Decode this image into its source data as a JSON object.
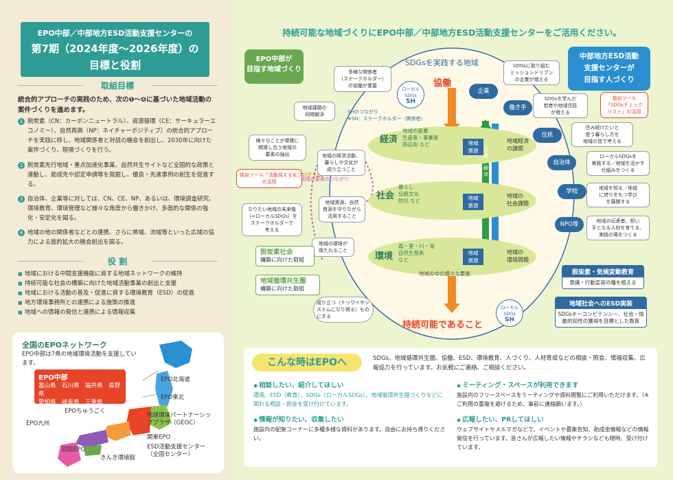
{
  "left": {
    "title": {
      "line1": "EPO中部／中部地方ESD活動支援センターの",
      "line2": "第7期（2024年度～2026年度）の",
      "line3": "目標と役割"
    },
    "goals_heading": "取組目標",
    "goals_lead": "統合的アプローチの実践のため、次の❶～❹に基づいた地域活動の案件づくりを進めます。",
    "goals": [
      {
        "num": "1",
        "text": "脱炭素（CN：カーボンニュートラル）、資源循環（CE：サーキュラーエコノミー）、自然再興（NP：ネイチャーポジティブ）の統合的アプローチを実践に移し、地域関係者と対話の機会を創出し、2030年に向けた案件づくり、現場づくりを行う。"
      },
      {
        "num": "2",
        "text": "脱炭素先行地域・重点加速化事業、自然共生サイトなど全国的な政策と連動し、助成先や認定申請等を発掘し、優良・先進事例の創生を促進する。"
      },
      {
        "num": "3",
        "text": "自治体、企業等に対しては、CN、CE、NP、あるいは、環境調査研究、環境教育、環境管理など様々な角度から働きかけ、多面的な関係の強化・安定化を図る。"
      },
      {
        "num": "4",
        "text": "地域の他の関係者などとの連携、さらに県域、流域等といった広域の協力による面的拡大の機会創出を図る。"
      }
    ],
    "roles_heading": "役 割",
    "roles": [
      "地域における中間支援機能に資する地域ネットワークの維持",
      "持続可能な社会の構築に向けた地域活動事業の創出と支援",
      "地域における活動の普及・促進に資する環境教育（ESD）の促進",
      "地方環境事務所との連携による施策の推進",
      "地域への情報の発信と連携による情報収集"
    ],
    "network": {
      "title": "全国のEPOネットワーク",
      "desc": "EPO中部は7県の地域環境活動を支援しています。",
      "epo_chubu": "EPO中部",
      "prefs_line1": "富山県　石川県　福井県　長野県",
      "prefs_line2": "愛知県　岐阜県　三重県",
      "labels": {
        "hokkaido": "EPO北海道",
        "tohoku": "EPO東北",
        "chugoku": "EPOちゅうごく",
        "kyushu": "EPO九州",
        "shikoku": "四国EPO",
        "kinki": "きんき環境館",
        "geoc": "地球環境パートナーシッププラザ（GEOC）",
        "kanto": "関東EPO",
        "esd": "ESD活動支援センター（全国センター）"
      }
    }
  },
  "right": {
    "main_title": "持続可能な地域づくりにEPO中部／中部地方ESD活動支援センターをご活用ください。",
    "epo_bubble": "EPO中部が\n目指す地域づくり",
    "center_bubble": "中部地方ESD活動\n支援センターが\n目指す人づくり",
    "sdgs_top": "SDGsを実践する地域",
    "kyodo": "協働",
    "jizoku": "持続可能であること",
    "local_sdgs": "ローカルSDGs",
    "sh": "SH",
    "sh_note": "SHのつながり\n※SH：ステークホルダー（関係者）",
    "discs": [
      {
        "name": "経済",
        "sub": "地域の産業\n生産者・事業者\n商店街 など",
        "right": "地域経済\nの課題"
      },
      {
        "name": "社会",
        "sub": "暮らし\n伝統文化\n防災 など",
        "right": "地域の\n社会課題"
      },
      {
        "name": "環境",
        "sub": "森・里・川・海\n自然生態系\nなど",
        "right": "地域の\n環境問題"
      }
    ],
    "res_label": "地域\n資源",
    "bottom_disc": "地域の中の様々な要素",
    "arrow_label": "活用／解決",
    "notes": {
      "n1": "多様な関係者\n（ステークホルダー）\nの協働が重要",
      "n2": "地域課題の\n同時解決",
      "n3": "様々なことが複雑に\n関連し合う地域の\n要素の抽出",
      "n4": "独自ツール「活動見える化プログラム」\nの活用",
      "n5": "なりたい地域の未来像\n（=ローカルSDGs）を\nステークホルダーで\n考える",
      "n6": "地域の経済活動、\n暮らしや文化が\n成り立つこと",
      "n7": "地域資源、自然\n資源を守りながら\n活用すること",
      "n8": "地域の環境が\n保たれること",
      "n9": "地域の要素のつながり",
      "n10": "成り立つ（ナリワイやシステムになり得る）ものにする"
    },
    "green_boxes": [
      {
        "title": "脱炭素社会",
        "text": "構築に向けた取組"
      },
      {
        "title": "地域循環共生圏",
        "text": "構築に向けた取組"
      }
    ],
    "stakeholders": [
      {
        "name": "企業",
        "note": "SDGsに取り組む\nミッションドリブン\nの企業が増える"
      },
      {
        "name": "働き手",
        "note": "SDGsを学んだ\n若者や地域住民\nが増える"
      },
      {
        "name": "住民",
        "note": "住み続けたいと\n思う暮らし方を\n地域の皆で考える"
      },
      {
        "name": "自治体",
        "note": "ローカルSDGsを\n実践する／地域を活かす\n仕組みをつくる"
      },
      {
        "name": "学校",
        "note": "地域を知る／地域\nに誇りをもつ学び\nを展開する"
      },
      {
        "name": "NPO等",
        "note": "地域の伝承者、担い\n手となる人材を育てる、\n実践の場をつくる"
      }
    ],
    "tool2": "独自ツール\n「SDGsチェック\nリスト」の活用",
    "box_climate": {
      "title": "脱炭素・気候変動教育",
      "text": "意識・行動変容の種を植える"
    },
    "box_esd": {
      "title": "地域社会へのESD実装",
      "text": "SDGsキーコンピテンシー、社会・情動的知性の獲得を目標とした教育"
    },
    "info": {
      "title": "こんな時はEPOへ",
      "lead": "SDGs、地域循環共生圏、協働、ESD、環境教育、人づくり、人材育成などの相談・照会、情報収集、広報協力を行っています。お気軽にご連絡、ご相談ください。",
      "items": [
        {
          "title": "相談したい、紹介してほしい",
          "text": "環境、ESD（教育）、SDGs（ローカルSDGs）、地域循環共生圏づくりなどに関わる相談・照会を受け付けています。"
        },
        {
          "title": "情報が知りたい、収集したい",
          "text": "施設内の配架コーナーに多種多様な資料があります。自由にお持ち帰りください。"
        },
        {
          "title": "ミーティング・スペースが利用できます",
          "text": "施設内のフリースペースをミーティングや資料閲覧にご利用いただけます。（※ご利用の重複を避けるため、事前に連絡願います。）"
        },
        {
          "title": "広報したい、PRしてほしい",
          "text": "ウェブサイトやメルマガなどで、イベントや募集告知、助成金情報などの情報発信を行っています。皆さんが広報したい情報やチラシなども随時、受け付けています。"
        }
      ]
    },
    "colors": {
      "teal": "#2f9c95",
      "red": "#e84428",
      "blue": "#2f6aa0",
      "green": "#6aa84f"
    }
  }
}
